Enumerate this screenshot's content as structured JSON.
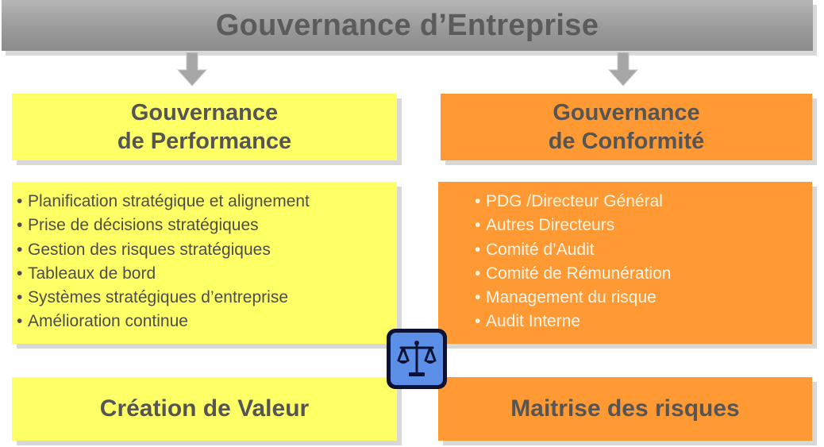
{
  "title": "Gouvernance d’Entreprise",
  "performance": {
    "heading_line1": "Gouvernance",
    "heading_line2": "de Performance",
    "items": [
      "Planification stratégique et alignement",
      "Prise de décisions stratégiques",
      "Gestion des risques stratégiques",
      "Tableaux de bord",
      "Systèmes stratégiques d’entreprise",
      "Amélioration continue"
    ],
    "outcome": "Création de Valeur",
    "color": "#ffff66"
  },
  "conformite": {
    "heading_line1": "Gouvernance",
    "heading_line2": "de Conformité",
    "items": [
      "PDG /Directeur Général",
      "Autres Directeurs",
      "Comité d’Audit",
      "Comité de Rémunération",
      "Management du risque",
      "Audit Interne"
    ],
    "outcome": "Maitrise des risques",
    "color": "#ff9933"
  },
  "bullet_char": "•",
  "icons": {
    "arrow": "down-arrow-icon",
    "balance": "balance-scale-icon"
  }
}
